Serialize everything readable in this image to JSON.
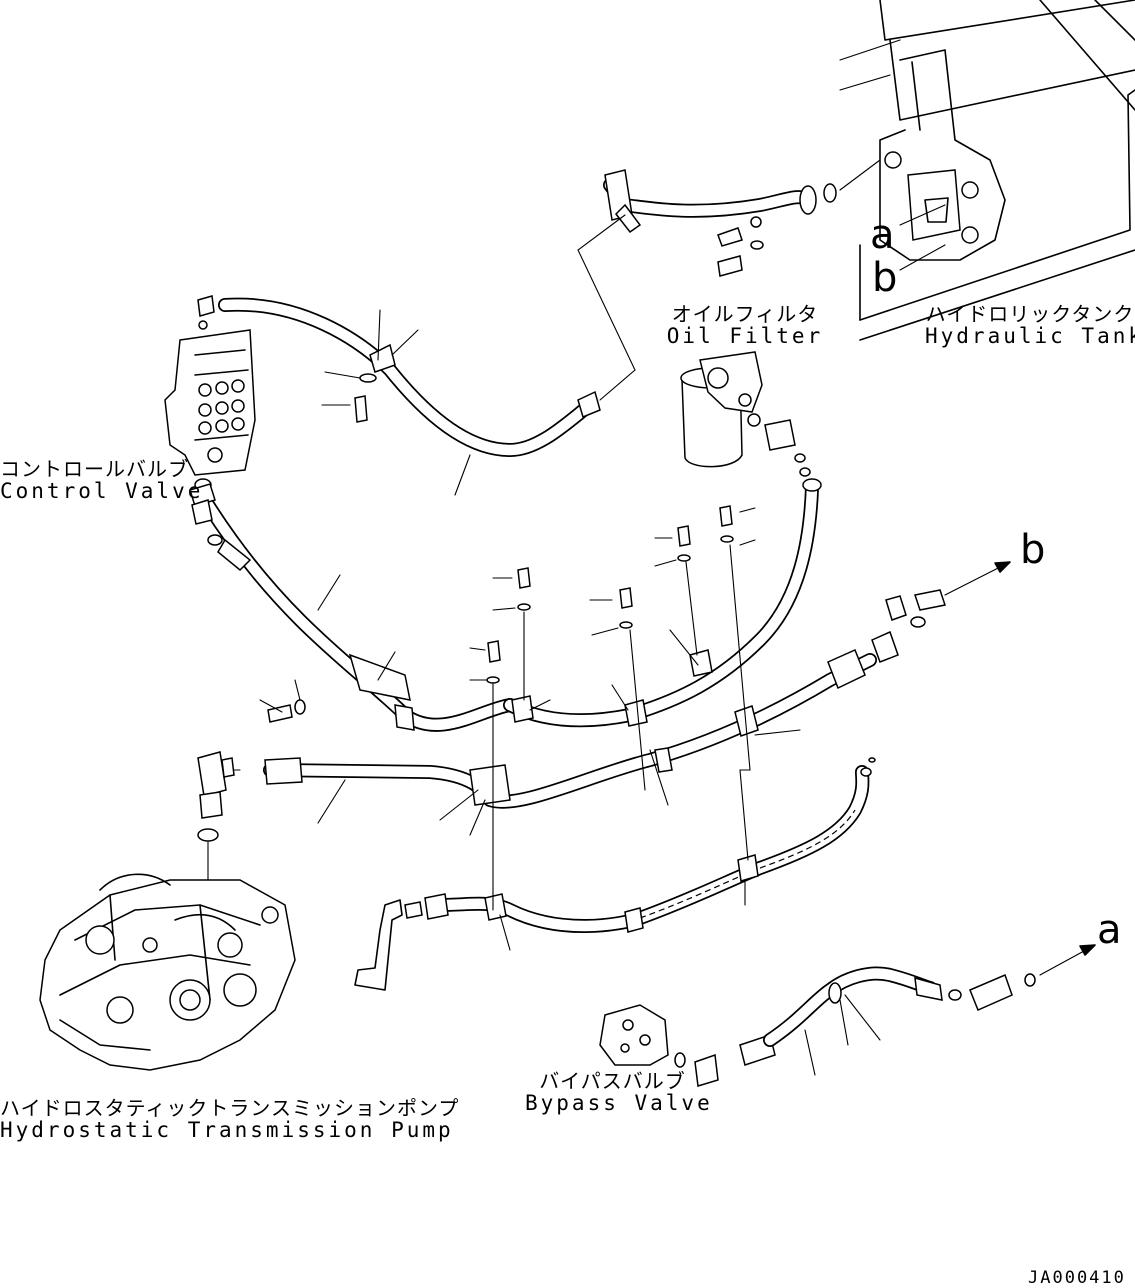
{
  "labels": {
    "oil_filter": {
      "jp": "オイルフィルタ",
      "en": "Oil Filter"
    },
    "hydraulic_tank": {
      "jp": "ハイドロリックタンク",
      "en": "Hydraulic Tank"
    },
    "control_valve": {
      "jp": "コントロールバルブ",
      "en": "Control Valve"
    },
    "hst_pump": {
      "jp": "ハイドロスタティックトランスミッションポンプ",
      "en": "Hydrostatic Transmission Pump"
    },
    "bypass_valve": {
      "jp": "バイパスバルブ",
      "en": "Bypass Valve"
    }
  },
  "refs": {
    "a_tank": "a",
    "b_tank": "b",
    "b_arrow": "b",
    "a_arrow": "a"
  },
  "drawing_code": "JA000410"
}
